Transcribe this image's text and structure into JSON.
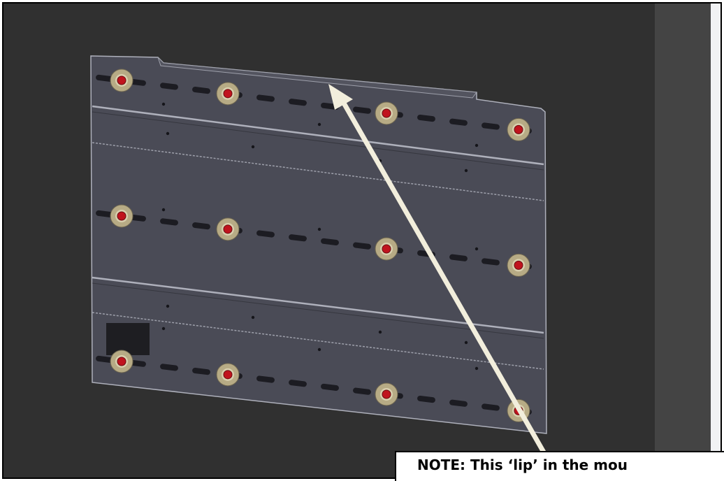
{
  "note": {
    "text": "NOTE:  This ‘lip’ in the mou"
  },
  "colors": {
    "background": "#303030",
    "right_strip": "#444444",
    "screen_edge": "#f1f2f4",
    "plate_fill": "#4a4b56",
    "plate_edge": "#aeb0bb",
    "washer": "#b7ab85",
    "bolt": "#c0141e",
    "slot": "#1c1c22",
    "arrow": "#f2eedc"
  },
  "icons": {
    "mount-point": "bolt-with-washer",
    "arrow": "callout-arrow"
  }
}
